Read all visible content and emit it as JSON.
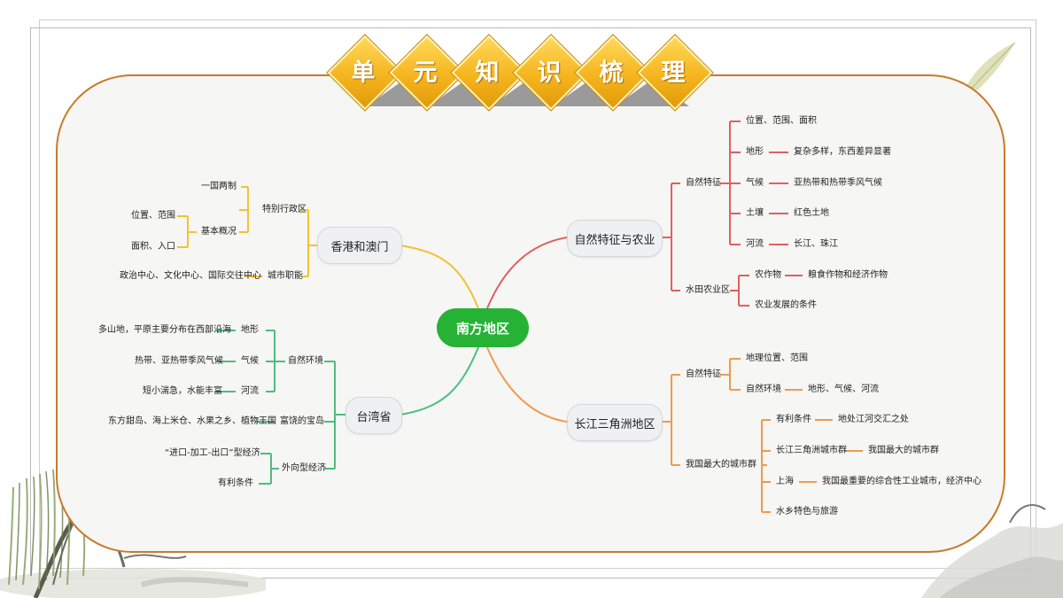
{
  "title_chars": [
    "单",
    "元",
    "知",
    "识",
    "梳",
    "理"
  ],
  "colors": {
    "card_border": "#c87a2c",
    "root": "#26b235",
    "yellow_branch": "#f2c232",
    "green_branch": "#4dbd7d",
    "red_branch": "#e06060",
    "orange_branch": "#ef9a4e"
  },
  "mindmap": {
    "root": "南方地区",
    "hk": {
      "title": "香港和澳门",
      "special_zone": "特别行政区",
      "one_country": "一国两制",
      "basic": "基本概况",
      "location": "位置、范围",
      "area": "面积、入口",
      "function": "城市职能",
      "function_detail": "政治中心、文化中心、国际交往中心"
    },
    "tw": {
      "title": "台湾省",
      "nature": "自然环境",
      "terrain": "地形",
      "terrain_detail": "多山地，平原主要分布在西部沿海",
      "climate": "气候",
      "climate_detail": "热带、亚热带季风气候",
      "river": "河流",
      "river_detail": "短小湍急，水能丰富",
      "treasure": "富饶的宝岛",
      "treasure_detail": "东方甜岛、海上米仓、水果之乡、植物王国",
      "export": "外向型经济",
      "export_1": "“进口-加工-出口”型经济",
      "export_2": "有利条件"
    },
    "nature_agri": {
      "title": "自然特征与农业",
      "nature": "自然特征",
      "position": "位置、范围、面积",
      "terrain": "地形",
      "terrain_detail": "复杂多样，东西差异显著",
      "climate": "气候",
      "climate_detail": "亚热带和热带季风气候",
      "soil": "土壤",
      "soil_detail": "红色土地",
      "river": "河流",
      "river_detail": "长江、珠江",
      "paddy": "水田农业区",
      "crops": "农作物",
      "crops_detail": "粮食作物和经济作物",
      "conditions": "农业发展的条件"
    },
    "yangtze": {
      "title": "长江三角洲地区",
      "nature": "自然特征",
      "geo": "地理位置、范围",
      "env": "自然环境",
      "env_detail": "地形、气候、河流",
      "cities": "我国最大的城市群",
      "advantage": "有利条件",
      "advantage_detail": "地处江河交汇之处",
      "group": "长江三角洲城市群",
      "group_detail": "我国最大的城市群",
      "shanghai": "上海",
      "shanghai_detail": "我国最重要的综合性工业城市，经济中心",
      "water": "水乡特色与旅游"
    }
  }
}
